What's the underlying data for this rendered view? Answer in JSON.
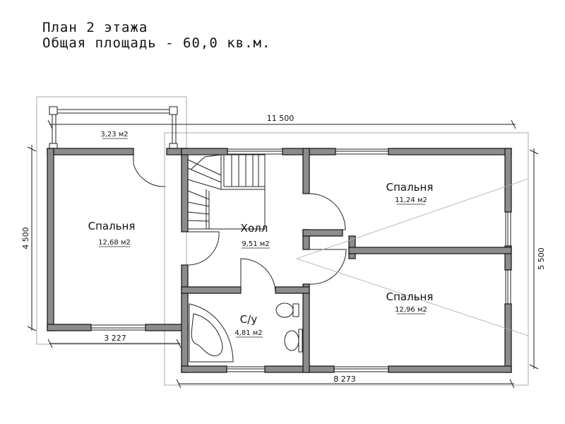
{
  "header": {
    "title": "План 2 этажа",
    "subtitle": "Общая площадь - 60,0 кв.м."
  },
  "rooms": [
    {
      "name": "Спальня",
      "area": "12,68 м2"
    },
    {
      "name": "Холл",
      "area": "9,51 м2"
    },
    {
      "name": "Спальня",
      "area": "11,24 м2"
    },
    {
      "name": "Спальня",
      "area": "12,96 м2"
    },
    {
      "name": "С/у",
      "area": "4,81 м2"
    }
  ],
  "balcony": {
    "area": "3,23 м2"
  },
  "dimensions": {
    "overall_width": "11 500",
    "left_height": "4 500",
    "right_height": "5 500",
    "left_width": "3 227",
    "main_width": "8 273"
  },
  "colors": {
    "wall_fill": "#8c8c8c",
    "wall_stroke": "#111111",
    "line": "#222222",
    "thin": "#999999"
  }
}
